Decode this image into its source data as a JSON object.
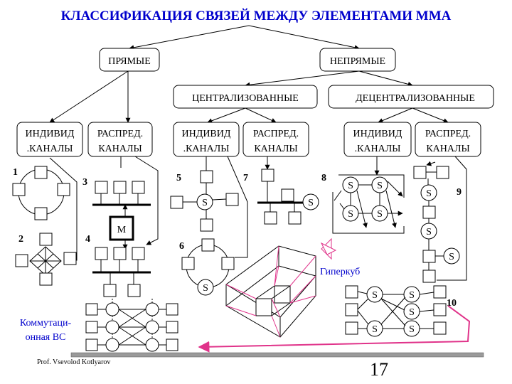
{
  "title": "КЛАССИФИКАЦИЯ СВЯЗЕЙ МЕЖДУ ЭЛЕМЕНТАМИ ММА",
  "categories": {
    "direct": "ПРЯМЫЕ",
    "indirect": "НЕПРЯМЫЕ",
    "centralized": "ЦЕНТРАЛИЗОВАННЫЕ",
    "decentralized": "ДЕЦЕНТРАЛИЗОВАННЫЕ"
  },
  "channel_boxes": [
    {
      "line1": "ИНДИВИД",
      "line2": ".КАНАЛЫ"
    },
    {
      "line1": "РАСПРЕД.",
      "line2": "КАНАЛЫ"
    },
    {
      "line1": "ИНДИВИД",
      "line2": ".КАНАЛЫ"
    },
    {
      "line1": "РАСПРЕД.",
      "line2": "КАНАЛЫ"
    },
    {
      "line1": "ИНДИВИД",
      "line2": ".КАНАЛЫ"
    },
    {
      "line1": "РАСПРЕД.",
      "line2": "КАНАЛЫ"
    }
  ],
  "numbers": [
    "1",
    "2",
    "3",
    "4",
    "5",
    "6",
    "7",
    "8",
    "9",
    "10"
  ],
  "node_labels": {
    "switch": "S",
    "memory": "M"
  },
  "hypercube_label": "Гиперкуб",
  "switching_label_line1": "Коммутаци-",
  "switching_label_line2": "онная ВС",
  "author": "Prof. Vsevolod Kotlyarov",
  "page_number": "17"
}
